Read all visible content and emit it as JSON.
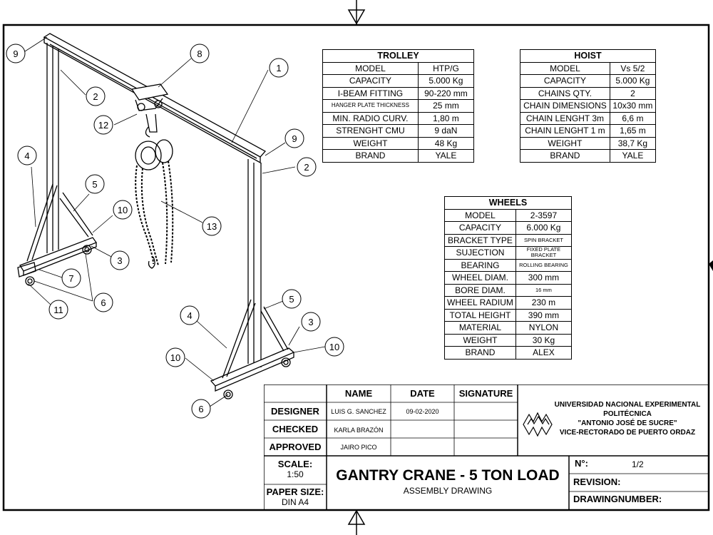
{
  "balloons": [
    "9",
    "8",
    "1",
    "2",
    "12",
    "9",
    "2",
    "4",
    "5",
    "10",
    "13",
    "3",
    "7",
    "6",
    "11",
    "5",
    "4",
    "3",
    "10",
    "10",
    "6"
  ],
  "trolley": {
    "title": "TROLLEY",
    "rows": [
      [
        "MODEL",
        "HTP/G"
      ],
      [
        "CAPACITY",
        "5.000 Kg"
      ],
      [
        "I-BEAM FITTING",
        "90-220 mm"
      ],
      [
        "HANGER PLATE THICKNESS",
        "25 mm"
      ],
      [
        "MIN. RADIO CURV.",
        "1,80 m"
      ],
      [
        "STRENGHT CMU",
        "9 daN"
      ],
      [
        "WEIGHT",
        "48 Kg"
      ],
      [
        "BRAND",
        "YALE"
      ]
    ]
  },
  "hoist": {
    "title": "HOIST",
    "rows": [
      [
        "MODEL",
        "Vs 5/2"
      ],
      [
        "CAPACITY",
        "5.000 Kg"
      ],
      [
        "CHAINS QTY.",
        "2"
      ],
      [
        "CHAIN DIMENSIONS",
        "10x30 mm"
      ],
      [
        "CHAIN LENGHT 3m",
        "6,6 m"
      ],
      [
        "CHAIN LENGHT 1 m",
        "1,65 m"
      ],
      [
        "WEIGHT",
        "38,7 Kg"
      ],
      [
        "BRAND",
        "YALE"
      ]
    ]
  },
  "wheels": {
    "title": "WHEELS",
    "rows": [
      [
        "MODEL",
        "2-3597"
      ],
      [
        "CAPACITY",
        "6.000 Kg"
      ],
      [
        "BRACKET TYPE",
        "SPIN BRACKET"
      ],
      [
        "SUJECTION",
        "FIXED PLATE BRACKET"
      ],
      [
        "BEARING",
        "ROLLING BEARING"
      ],
      [
        "WHEEL DIAM.",
        "300 mm"
      ],
      [
        "BORE DIAM.",
        "16 mm"
      ],
      [
        "WHEEL RADIUM",
        "230 m"
      ],
      [
        "TOTAL HEIGHT",
        "390 mm"
      ],
      [
        "MATERIAL",
        "NYLON"
      ],
      [
        "WEIGHT",
        "30 Kg"
      ],
      [
        "BRAND",
        "ALEX"
      ]
    ]
  },
  "title_block": {
    "col_name": "NAME",
    "col_date": "DATE",
    "col_signature": "SIGNATURE",
    "designer_label": "DESIGNER",
    "designer_name": "LUIS G. SANCHEZ",
    "designer_date": "09-02-2020",
    "checked_label": "CHECKED",
    "checked_name": "KARLA BRAZÓN",
    "approved_label": "APPROVED",
    "approved_name": "JAIRO PICO",
    "university": [
      "UNIVERSIDAD NACIONAL EXPERIMENTAL",
      "POLITÉCNICA",
      "\"ANTONIO JOSÉ DE SUCRE\"",
      "VICE-RECTORADO DE PUERTO ORDAZ"
    ],
    "scale_label": "SCALE:",
    "scale_value": "1:50",
    "paper_label": "PAPER SIZE:",
    "paper_value": "DIN A4",
    "title": "GANTRY CRANE - 5 TON LOAD",
    "subtitle": "ASSEMBLY DRAWING",
    "number_label": "N°:",
    "number_value": "1/2",
    "revision_label": "REVISION:",
    "drawing_number_label": "DRAWINGNUMBER:"
  }
}
